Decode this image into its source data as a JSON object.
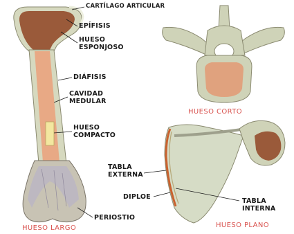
{
  "long_bone": {
    "caption": "HUESO LARGO",
    "labels": {
      "cartilago": "CARTÍLAGO ARTICULAR",
      "epifisis": "EPÍFISIS",
      "hueso_esponjoso": [
        "HUESO",
        "ESPONJOSO"
      ],
      "diafisis": "DIÁFISIS",
      "cavidad_medular": [
        "CAVIDAD",
        "MEDULAR"
      ],
      "hueso_compacto": [
        "HUESO",
        "COMPACTO"
      ],
      "periostio": "PERIOSTIO"
    }
  },
  "short_bone": {
    "caption": "HUESO CORTO"
  },
  "flat_bone": {
    "caption": "HUESO PLANO",
    "labels": {
      "tabla_externa": [
        "TABLA",
        "EXTERNA"
      ],
      "diploe": "DIPLOE",
      "tabla_interna": [
        "TABLA",
        "INTERNA"
      ]
    }
  },
  "colors": {
    "bone": "#d8ddc2",
    "spongy": "#9a5a3a",
    "marrow": "#e8a985",
    "caption": "#d9534f"
  }
}
